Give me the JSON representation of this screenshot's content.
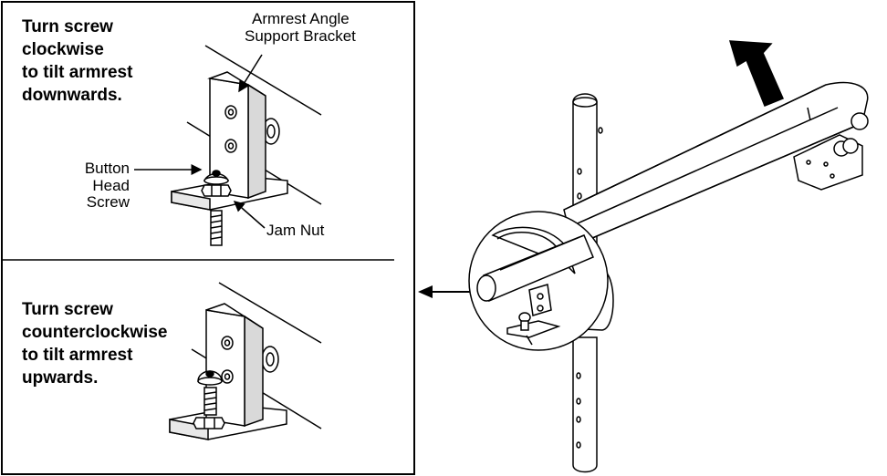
{
  "panel_top": {
    "instruction": [
      "Turn screw",
      "clockwise",
      "to tilt armrest",
      "downwards."
    ],
    "labels": {
      "bracket": [
        "Armrest Angle",
        "Support Bracket"
      ],
      "screw": [
        "Button",
        "Head",
        "Screw"
      ],
      "jam_nut": "Jam Nut"
    }
  },
  "panel_bottom": {
    "instruction": [
      "Turn screw",
      "counterclockwise",
      "to tilt armrest",
      "upwards."
    ]
  }
}
